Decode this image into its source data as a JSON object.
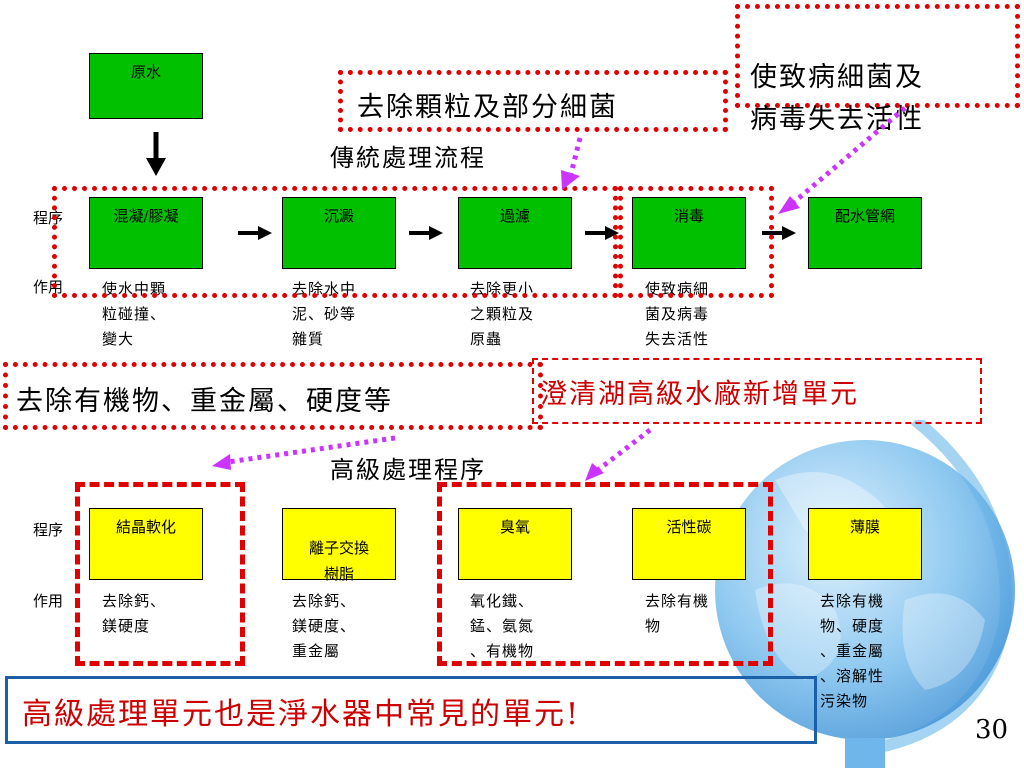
{
  "source": {
    "label": "原水"
  },
  "traditional": {
    "heading": "傳統處理流程",
    "row_label_process": "程序",
    "row_label_function": "作用",
    "steps": [
      {
        "name": "混凝/膠凝",
        "effect": "使水中顆\n粒碰撞、\n變大"
      },
      {
        "name": "沉澱",
        "effect": "去除水中\n泥、砂等\n雜質"
      },
      {
        "name": "過濾",
        "effect": "去除更小\n之顆粒及\n原蟲"
      },
      {
        "name": "消毒",
        "effect": "使致病細\n菌及病毒\n失去活性"
      },
      {
        "name": "配水管網",
        "effect": ""
      }
    ]
  },
  "advanced": {
    "heading": "高級處理程序",
    "row_label_process": "程序",
    "row_label_function": "作用",
    "steps": [
      {
        "name": "結晶軟化",
        "effect": "去除鈣、\n鎂硬度"
      },
      {
        "name": "離子交換\n樹脂",
        "effect": "去除鈣、\n鎂硬度、\n重金屬"
      },
      {
        "name": "臭氧",
        "effect": "氧化鐵、\n錳、氨氮\n、有機物"
      },
      {
        "name": "活性碳",
        "effect": "去除有機\n物"
      },
      {
        "name": "薄膜",
        "effect": "去除有機\n物、硬度\n、重金屬\n、溶解性\n污染物"
      }
    ]
  },
  "callouts": {
    "disinfect": "使致病細菌及\n病毒失去活性",
    "filter": "去除顆粒及部分細菌",
    "organics": "去除有機物、重金屬、硬度等",
    "chengqing": "澄清湖高級水廠新增單元",
    "bottom": "高級處理單元也是淨水器中常見的單元!"
  },
  "page_number": "30",
  "colors": {
    "box_green": "#00c000",
    "box_yellow": "#ffff00",
    "dash_red": "#e00000",
    "callout_red": "#cc0000",
    "pointer_magenta": "#cc33ff",
    "bottom_border": "#1a5fa8",
    "globe_blue": "#5aaee8"
  }
}
